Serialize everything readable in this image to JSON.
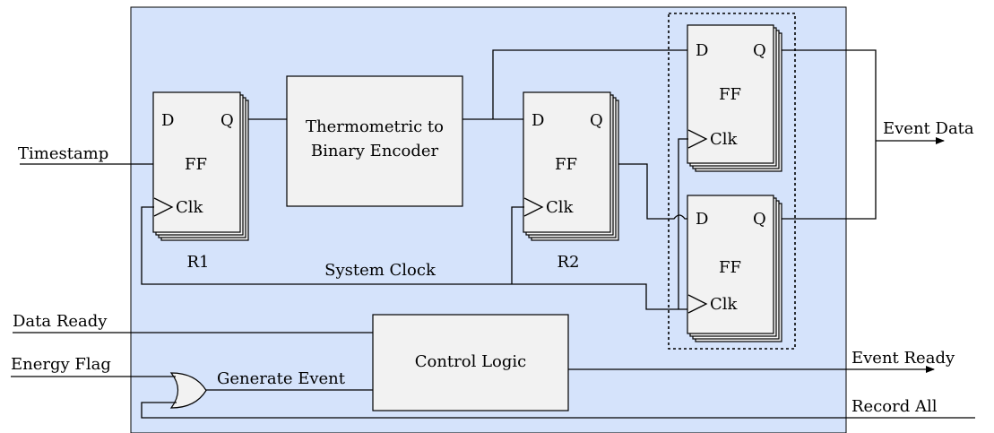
{
  "diagram": {
    "colors": {
      "background_panel": "#d5e3fb",
      "block_fill": "#f2f2f2",
      "line": "#000000"
    },
    "registers": {
      "r1": {
        "d": "D",
        "q": "Q",
        "ff": "FF",
        "clk": "Clk",
        "name": "R1"
      },
      "r2": {
        "d": "D",
        "q": "Q",
        "ff": "FF",
        "clk": "Clk",
        "name": "R2"
      },
      "ff_top": {
        "d": "D",
        "q": "Q",
        "ff": "FF",
        "clk": "Clk"
      },
      "ff_bottom": {
        "d": "D",
        "q": "Q",
        "ff": "FF",
        "clk": "Clk"
      }
    },
    "encoder": {
      "line1": "Thermometric to",
      "line2": "Binary Encoder"
    },
    "control_logic": "Control Logic",
    "signals": {
      "timestamp": "Timestamp",
      "system_clock": "System Clock",
      "data_ready": "Data Ready",
      "energy_flag": "Energy Flag",
      "generate_event": "Generate Event",
      "event_data": "Event Data",
      "event_ready": "Event Ready",
      "record_all": "Record All"
    }
  }
}
